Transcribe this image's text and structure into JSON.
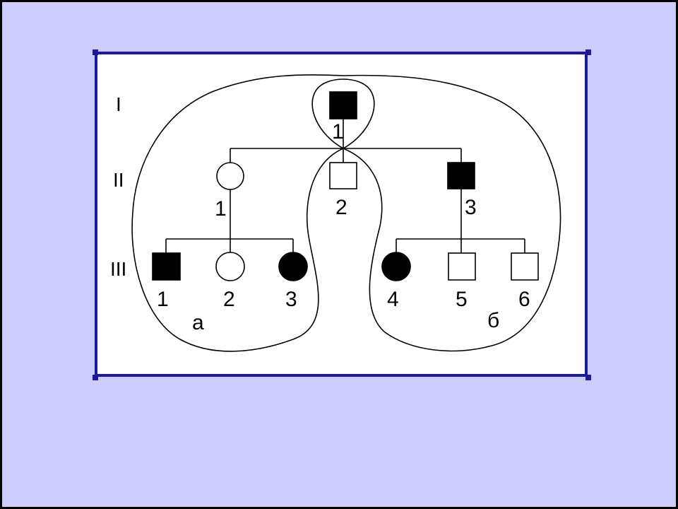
{
  "generations": [
    {
      "id": "gen-1",
      "label": "I"
    },
    {
      "id": "gen-2",
      "label": "II"
    },
    {
      "id": "gen-3",
      "label": "III"
    }
  ],
  "individuals": [
    {
      "id": "I-1",
      "sex": "male",
      "affected": true,
      "label": "1"
    },
    {
      "id": "II-1",
      "sex": "female",
      "affected": false,
      "label": "1"
    },
    {
      "id": "II-2",
      "sex": "male",
      "affected": false,
      "label": "2"
    },
    {
      "id": "II-3",
      "sex": "male",
      "affected": true,
      "label": "3"
    },
    {
      "id": "III-1",
      "sex": "male",
      "affected": true,
      "label": "1"
    },
    {
      "id": "III-2",
      "sex": "female",
      "affected": false,
      "label": "2"
    },
    {
      "id": "III-3",
      "sex": "female",
      "affected": true,
      "label": "3"
    },
    {
      "id": "III-4",
      "sex": "female",
      "affected": true,
      "label": "4"
    },
    {
      "id": "III-5",
      "sex": "male",
      "affected": false,
      "label": "5"
    },
    {
      "id": "III-6",
      "sex": "male",
      "affected": false,
      "label": "6"
    }
  ],
  "groups": [
    {
      "id": "group-a",
      "label": "а"
    },
    {
      "id": "group-b",
      "label": "б"
    }
  ],
  "colors": {
    "background": "#ccccff",
    "frame_border": "#1a1a9a",
    "panel": "#ffffff",
    "ink": "#000000"
  }
}
